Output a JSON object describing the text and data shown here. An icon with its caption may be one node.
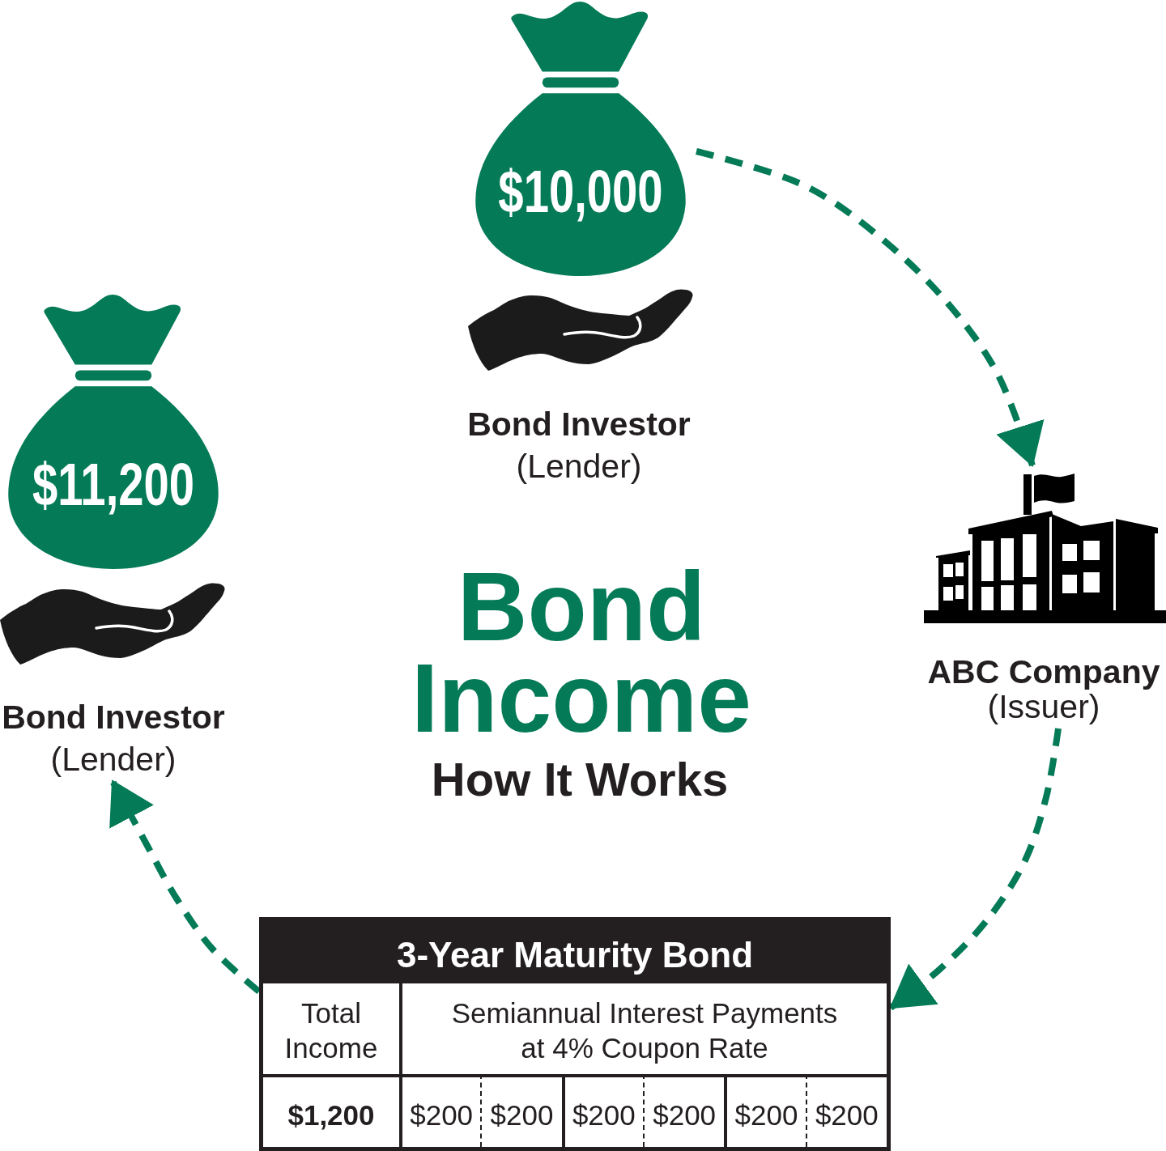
{
  "diagram": {
    "title": "Bond Income",
    "nodes": [
      {
        "text": [
          "$10,000",
          "Bond Investor",
          "(Lender)"
        ]
      },
      {
        "text": [
          "ABC Company",
          "(Issuer)"
        ]
      },
      {
        "text": [
          "3-Year Maturity Bond",
          "Total Income",
          "Semiannual Interest Payments at 4% Coupon Rate",
          "$1,200",
          "$200",
          "$200",
          "$200",
          "$200",
          "$200",
          "$200"
        ]
      },
      {
        "text": [
          "$11,200",
          "Bond Investor",
          "(Lender)"
        ]
      }
    ],
    "edges": [
      {
        "from": 0,
        "to": 1,
        "arrow": "to",
        "style": "dashed"
      },
      {
        "from": 1,
        "to": 2,
        "arrow": "to",
        "style": "dashed"
      },
      {
        "from": 2,
        "to": 3,
        "arrow": "to",
        "style": "dashed"
      }
    ],
    "labels": [
      "How It Works"
    ]
  }
}
